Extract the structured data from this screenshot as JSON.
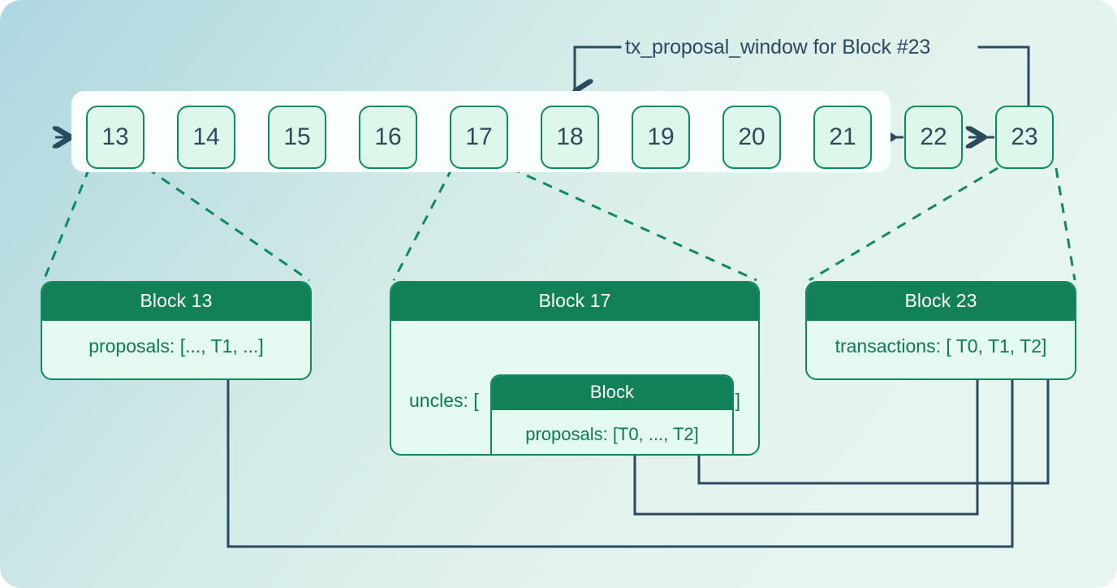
{
  "colors": {
    "chain_block_fill": "#ddf7ea",
    "chain_block_border": "#0f8a5f",
    "chain_block_text": "#2d4a5e",
    "card_header_bg": "#128157",
    "card_header_text": "#ffffff",
    "card_body_bg": "#e4faf1",
    "card_body_text": "#0d7a52",
    "connector_line": "#2c4a5e",
    "dashed_line": "#0f8a5f",
    "band_bg": "#fbfeff",
    "bg_start": "#aed7e2",
    "bg_end": "#e7f5ef"
  },
  "annotation": {
    "label": "tx_proposal_window for Block #23"
  },
  "chain": {
    "blocks": [
      {
        "label": "13"
      },
      {
        "label": "14"
      },
      {
        "label": "15"
      },
      {
        "label": "16"
      },
      {
        "label": "17"
      },
      {
        "label": "18"
      },
      {
        "label": "19"
      },
      {
        "label": "20"
      },
      {
        "label": "21"
      },
      {
        "label": "22"
      },
      {
        "label": "23"
      }
    ]
  },
  "cards": {
    "block13": {
      "title": "Block 13",
      "body": "proposals: [..., T1, ...]"
    },
    "block17": {
      "title": "Block 17",
      "uncles_open": "uncles: [",
      "uncles_close": "]",
      "inner": {
        "title": "Block",
        "body": "proposals: [T0, ..., T2]"
      }
    },
    "block23": {
      "title": "Block 23",
      "body": "transactions: [ T0, T1, T2]"
    }
  },
  "markers": {
    "t0": "diamond",
    "t1": "circle",
    "t2": "triangle"
  }
}
